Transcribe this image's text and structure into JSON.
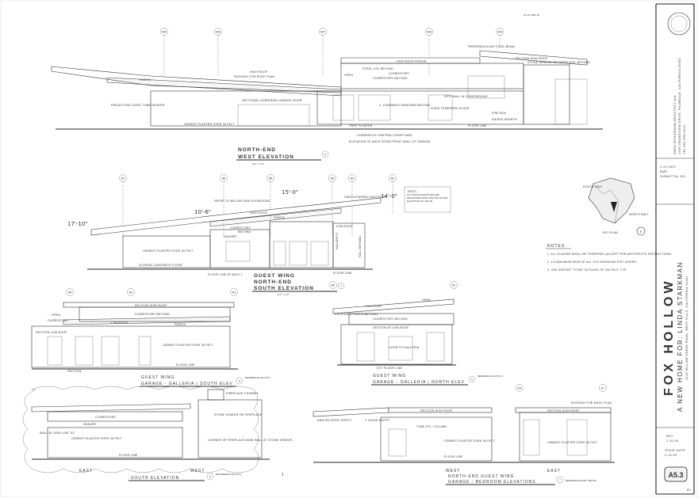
{
  "elevations": {
    "west": {
      "grid": [
        "W5",
        "W6",
        "W7",
        "W8",
        "W9"
      ],
      "labels": {
        "fascia": "FASCIA",
        "high_roof": "HIGH ROOF",
        "roofing": "ROOFING FOR ROOF PLAN",
        "high_roof_fascia": "HIGH ROOF FASCIA",
        "section_high_roof": "SECTION HIGH ROOF",
        "clerestory_beyond": "CLERESTORY BEYOND",
        "clerestory": "CLERESTORY",
        "low_roof": "LOW ROOF",
        "open": "OPEN",
        "steel_col": "STEEL COL BEYOND",
        "sectional_door": "SECTIONAL OVERHEAD GARAGE DOOR",
        "cement_plaster": "CEMENT PLASTER OVER 3# FELT",
        "floor_line": "FLOOR LINE",
        "tree_planter": "TREE PLANTER",
        "casement": "2- CASEMENT WINDOWS BEYOND",
        "fixed_tempered": "FIXED TEMPERED GLASS",
        "site_wall": "SITE WALL IN FOREGROUND",
        "raised_hearth": "RAISED HEARTH",
        "fire_box": "FIRE BOX",
        "projecting_steel": "PROJECTING STEEL TUBE HEADER",
        "stone_veneer": "STONE VENEER ON FIREPLACE, BEYOND",
        "perpendicular": "PERPENDICULAR STEEL BEAM",
        "dim_top": "21'-10\" ABV FF",
        "ground": "ELEVATION 30' BACK FROM FRONT WALL OF GARAGE",
        "courtyard": "CORRIDELLE CENTRAL COURTYARD"
      },
      "title1": "NORTH-END",
      "title2": "WEST ELEVATION",
      "ref": "6",
      "scale": "1/4\" = 1'-0\""
    },
    "south": {
      "grid": [
        "N7",
        "N6",
        "N5",
        "N4",
        "N3",
        "N2"
      ],
      "labels": {
        "cantilevered": "CANTILEVERED HIGH ROOF",
        "refer": "REFER TO BELOW SIDE ELEVATIONS",
        "high_roof": "HIGH ROOF",
        "fascia": "FASCIA",
        "clerestory": "CLERESTORY",
        "beyond": "BEYOND",
        "low_roof": "LOW ROOF",
        "header": "HEADER",
        "cement_plaster": "CEMENT PLASTER OVER 3# FELT",
        "sloping": "SLOPING CONCRETE FLOOR",
        "floor_line": "FLOOR LINE AT BATH 2",
        "floor_line2": "FLOOR LINE",
        "gallery": "GALLERY 5",
        "hall": "HALL BEYOND",
        "dim_a": "10'-6\"",
        "dim_b": "15'-0\"",
        "dim_c": "14'-0\"",
        "dim_d": "17'-10\""
      },
      "title1": "GUEST WING",
      "title2": "NORTH-END",
      "title3": "SOUTH ELEVATION",
      "ref": "7",
      "scale": "1/4\" = 1'-0\""
    },
    "galleria_south": {
      "grid": [
        "N4",
        "N2",
        "N1"
      ],
      "labels": {
        "section_high_roof": "SECTION HIGH ROOF",
        "clerestory_beyond": "CLERESTORY BEYOND",
        "clerestory": "CLERESTORY",
        "open": "OPEN",
        "low_roof": "LOW ROOF",
        "fascia": "FASCIA",
        "section_low": "SECTION LOW ROOF",
        "cement_plaster": "CEMENT PLASTER OVER 3# FELT",
        "floor_line": "FLOOR LINE",
        "section": "SECTION"
      },
      "title1": "GUEST WING",
      "title2": "GARAGE - GALLERIA | SOUTH ELEV",
      "ref": "4",
      "ref_text": "REFERENCE SHT A5.1"
    },
    "galleria_north": {
      "grid": [
        "N2",
        "N1"
      ],
      "labels": {
        "low_roof": "LOW ROOF",
        "open": "OPEN",
        "clerestory_beyond": "CLERESTORY BEYOND",
        "section_low": "SECTION AT LOW ROOF",
        "recessed": "RECESSED PORCH BEYOND",
        "door_galleria": "DOOR TO GALLERIA",
        "floor_line": "EXT FLOOR LINE"
      },
      "title1": "GUEST WING",
      "title2": "GARAGE - GALLERIA | NORTH ELEV",
      "ref": "5",
      "ref_text": "REFERENCE SHT A5.1"
    },
    "east_south": {
      "labels": {
        "clerestory": "CLERESTORY",
        "header": "HEADER",
        "cement_plaster": "CEMENT PLASTER OVER 3# FELT",
        "floor_line": "FLOOR LINE",
        "fireplace": "FIREPLACE CHIMNEY",
        "stone_veneer": "STONE VENEER ON FIREPLACE",
        "corner": "CORNER OF FIREPLACE WINE WALL AT STONE VENEER",
        "wall": "WALL AT GRID LINE 'S1'"
      },
      "east": "EAST",
      "west": "WEST",
      "title": "SOUTH ELEVATION",
      "ref": "2",
      "ref_text": "REFERENCE SHT A5.1",
      "cloud": "1"
    },
    "bedroom": {
      "grid": [
        "E8",
        "E7"
      ],
      "labels": {
        "section_high": "SECTION HIGH ROOF",
        "angled": "ANGLED ROOF SOFFIT",
        "wood_soffit": "1' WOOD SOFFIT",
        "cement_plaster": "CEMENT PLASTER OVER 3# FELT",
        "floor_line": "FLOOR LINE",
        "roofing": "ROOFING FOR ROOF PLAN",
        "tube_col": "TUBE STL. COLUMN"
      },
      "west": "WEST",
      "east": "EAST",
      "title1": "NORTH-END GUEST WING",
      "title2": "GARAGE - BEDROOM ELEVATIONS",
      "ref": "7",
      "ref_text": "REFERENCE ELEV. ABOVE"
    }
  },
  "note_box": {
    "title": "NOTE:",
    "text": "ALL ROOF ELEVATIONS ARE MEASURED FROM THE TOP FLOOR ELEVATION OF 100'-00"
  },
  "key_plan": {
    "south_half": "SOUTH HALF",
    "north_half": "NORTH HALF",
    "label": "KEY PLAN",
    "north": "N"
  },
  "notes": {
    "title": "NOTES:",
    "items": [
      "1. ALL GLAZING SHALL BE TEMPERED (ACCEPT PER ARCHITECTS INSTRUCTIONS.",
      "2. 1/4 MAXIMUM DROP AT ALL OUT-SWINGING EXIT DOORS",
      "3. USE DUPONT 'TYVEK' IN PLACE OF 15# FELT, TYP."
    ]
  },
  "title_block": {
    "architect": "NORA APPLEBAUM  ARCHITECT AIA",
    "address": "4355 GRANDVIEW DRIVE, PALMDALE, CALIFORNIA 93551",
    "phone": "TEL 661 555 0142",
    "project_big": "FOX HOLLOW",
    "project_sub": "A NEW HOME FOR: LINDA STARKMAN",
    "project_addr": "4419 WILLOW CREEK ROAD, WEST HILLS, CALIFORNIA 91304",
    "dates": [
      "3.19.2007",
      "BMR",
      "SUBMITTAL NO."
    ],
    "rev": "REV",
    "rev_date": "1.30.09",
    "issue": "ISSUE DATE",
    "issue_date": "3.15.09",
    "sheet": "A5.3",
    "page": "65"
  }
}
